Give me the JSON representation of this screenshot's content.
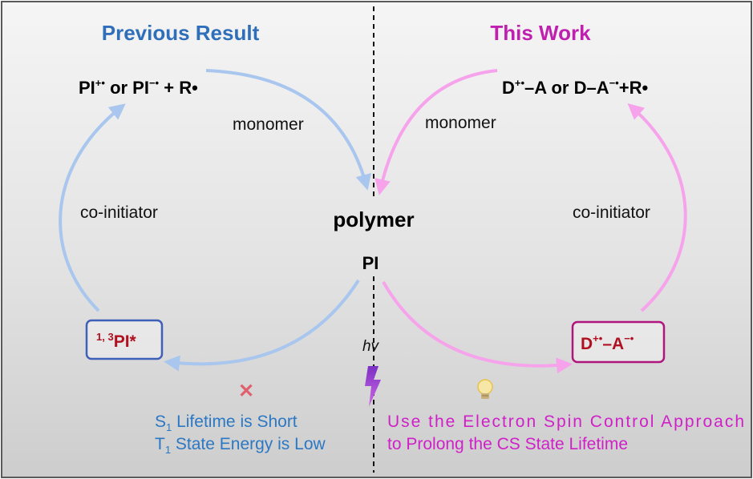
{
  "left": {
    "heading": "Previous Result",
    "top_species": {
      "p1": "PI",
      "p2": "+•",
      "p3": " or PI",
      "p4": "−•",
      "p5": " + R•"
    },
    "arc_top_label": "monomer",
    "arc_side_label": "co-initiator",
    "box": {
      "sup": "1, 3",
      "main": "PI*"
    },
    "cross": "✕",
    "notes": {
      "l1_a": "S",
      "l1_b": "1",
      "l1_c": " Lifetime is Short",
      "l2_a": "T",
      "l2_b": "1",
      "l2_c": " State Energy is Low"
    }
  },
  "right": {
    "heading": "This Work",
    "top_species": {
      "p1": "D",
      "p2": "+•",
      "p3": "–A or D–A",
      "p4": "−•",
      "p5": "+R•"
    },
    "arc_top_label": "monomer",
    "arc_side_label": "co-initiator",
    "box": {
      "p1": "D",
      "p2": "+•",
      "p3": "–A",
      "p4": "−•"
    },
    "notes": {
      "l1": "Use the Electron Spin Control Approach",
      "l2": "to Prolong the CS State Lifetime"
    }
  },
  "center": {
    "product": "polymer",
    "photoinitiator": "PI",
    "light": "hv"
  },
  "icons": [
    "red-cross-icon",
    "lightbulb-icon",
    "lightning-icon"
  ],
  "colors": {
    "left_heading": "#2f6fba",
    "right_heading": "#c020b0",
    "left_arrow": "#a9c6ee",
    "right_arrow": "#f6a3ec",
    "box_left": "#3f5fb8",
    "box_right": "#b0147d",
    "box_text": "#b01020",
    "left_note": "#2b78c4",
    "right_note": "#d020c8"
  }
}
